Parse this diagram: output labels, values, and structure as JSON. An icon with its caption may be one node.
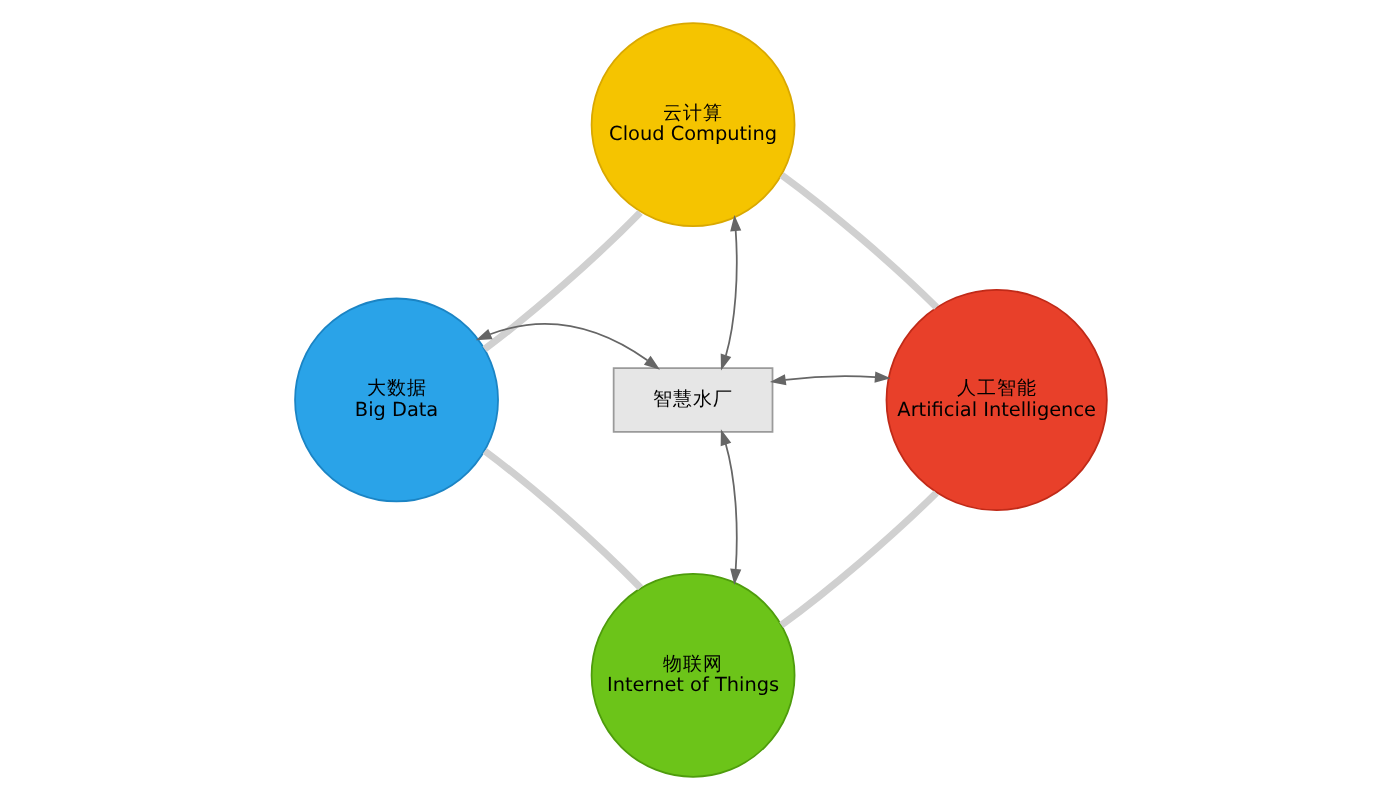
{
  "diagram": {
    "nodes": [
      {
        "text": [
          "云计算",
          "Cloud Computing"
        ]
      },
      {
        "text": [
          "大数据",
          "Big Data"
        ]
      },
      {
        "text": [
          "智慧水厂"
        ]
      },
      {
        "text": [
          "人工智能",
          "Artificial Intelligence"
        ]
      },
      {
        "text": [
          "物联网",
          "Internet of Things"
        ]
      }
    ],
    "edges": [
      {
        "from": 2,
        "to": 0,
        "arrow": "both"
      },
      {
        "from": 2,
        "to": 1,
        "arrow": "both"
      },
      {
        "from": 2,
        "to": 3,
        "arrow": "both"
      },
      {
        "from": 2,
        "to": 4,
        "arrow": "both"
      },
      {
        "from": 0,
        "to": 3,
        "arrow": "none",
        "style": "thick",
        "color": "#d0d0d0"
      },
      {
        "from": 3,
        "to": 4,
        "arrow": "none",
        "style": "thick",
        "color": "#d0d0d0"
      },
      {
        "from": 4,
        "to": 1,
        "arrow": "none",
        "style": "thick",
        "color": "#d0d0d0"
      },
      {
        "from": 1,
        "to": 0,
        "arrow": "none",
        "style": "thick",
        "color": "#d0d0d0"
      }
    ]
  }
}
